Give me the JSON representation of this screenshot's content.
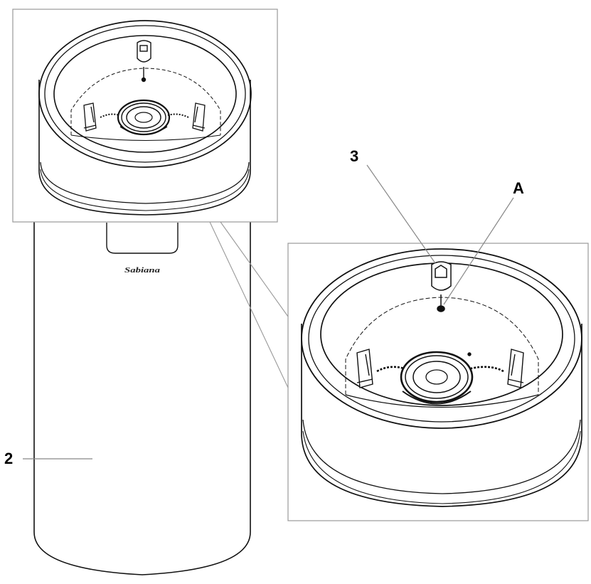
{
  "callouts": {
    "part_3": "3",
    "part_a": "A",
    "part_2": "2"
  },
  "brand_logo": "Sabiana",
  "colors": {
    "line": "#111111",
    "leader": "#888888",
    "frame": "#999999",
    "background": "#ffffff"
  }
}
